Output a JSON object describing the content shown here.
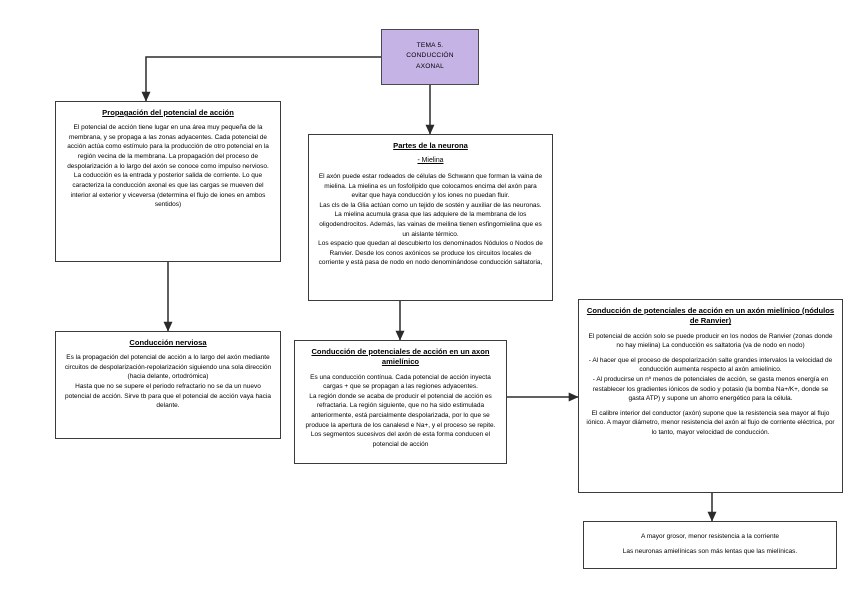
{
  "diagram": {
    "type": "concept-map",
    "language": "es",
    "accent_color": "#c5b3e6",
    "border_color": "#3b3b3b",
    "background_color": "#ffffff",
    "nodes": {
      "tema": {
        "label": "TEMA 5.\nCONDUCCIÓN\nAXONAL"
      },
      "propagacion": {
        "title": "Propagación del potencial de acción",
        "body": "El potencial de acción tiene lugar en una área muy pequeña de la membrana, y se propaga a las zonas adyacentes. Cada potencial de acción actúa como estímulo para la producción de otro potencial en la región vecina de la membrana. La propagación del proceso de despolarización a lo largo del axón se conoce como impulso nervioso. La coducción es la entrada y posterior salida de corriente. Lo que caracteriza la conducción axonal es que las cargas se mueven del interior al exterior y viceversa (determina el flujo de iones en ambos sentidos)"
      },
      "conduccion_nerviosa": {
        "title": "Conducción nerviosa",
        "body": "Es la propagación del potencial de acción a lo largo del axón mediante circuitos de despolarización-repolarización siguiendo una sola dirección (hacia delante, ortodrómica)\nHasta que no se supere el periodo refractario no se da un nuevo potencial de acción. Sirve tb para que el potencial de acción vaya hacia delante."
      },
      "partes_neurona": {
        "title": "Partes de la neurona",
        "subtitle": "- Mielina",
        "body": "El axón  puede estar rodeados de células de Schwann que forman la vaina de mielina. La mielina es un fosfolípido que colocamos encima del axón para evitar que haya conducción y los iones no puedan fluir.\nLas cls de la Glia actúan  como un tejido de sostén y auxiliar de las neuronas. La mielina acumula grasa que las adquiere de la membrana de los oligodendrocitos. Además, las vainas de meilina tienen esfingomielina que es un aislante térmico.\nLos espacio que quedan al descubierto los denominados Nódulos o Nodos de Ranvier.  Desde los conos axónicos se produce los circuitos locales de corriente y está pasa de nodo en nodo denominándose conducción saltatoria,"
      },
      "amielinico": {
        "title": "Conducción de potenciales de acción en un axon amielínico",
        "body": "Es una conducción contínua. Cada potencial de acción inyecta cargas + que se propagan a las regiones adyacentes.\nLa región donde se acaba de producir el potencial de acción es refractaria. La región siguiente, que no ha sido estimulada anteriormente, está parcialmente despolarizada, por lo que se produce la apertura de los canalesd e Na+, y el proceso se repite. Los segmentos sucesivos del axón de esta forma conducen el potencial de acción"
      },
      "mielinico": {
        "title": "Conducción de potenciales de acción en un axón mielínico (nódulos de Ranvier)",
        "body_1": "El potencial de acción solo se puede producir en los nodos de Ranvier (zonas donde no hay mielina) La conducción es saltatoria (va de nodo en nodo)",
        "body_2": "- Al hacer que el proceso de despolarización salte grandes intervalos la velocidad de conducción aumenta respecto al axón amielínico.\n- Al producirse un nº menos de potenciales de acción, se gasta menos energía en restablecer los gradientes iónicos de sodio y potasio (la bomba Na+/K+, donde se gasta ATP) y supone un ahorro energético para la célula.",
        "body_3": "El calibre interior del conductor (axón) supone que la resistencia sea mayor al flujo iónico. A mayor diámetro, menor resistencia del axón al flujo de corriente eléctrica, por lo tanto, mayor velocidad de conducción."
      },
      "conclusion": {
        "body_1": "A mayor grosor, menor resistencia a la corriente",
        "body_2": "Las neuronas amielínicas son más lentas que las mielínicas."
      }
    }
  }
}
